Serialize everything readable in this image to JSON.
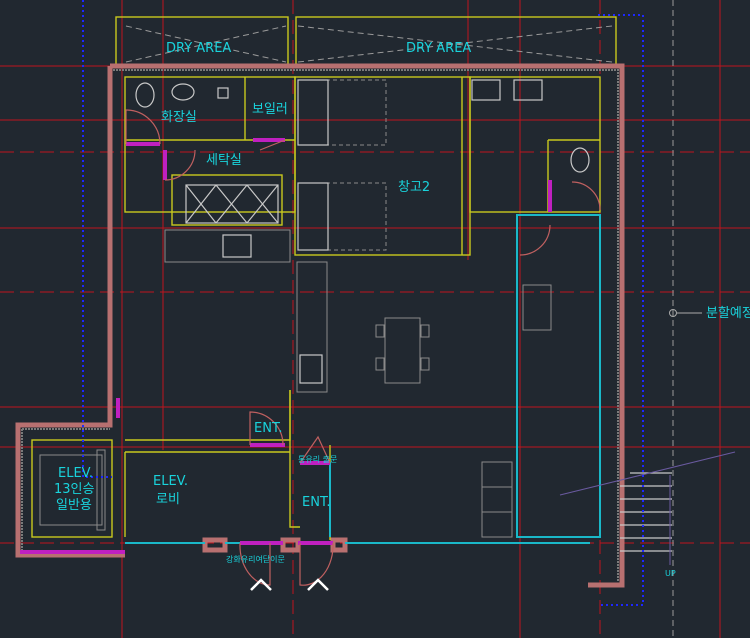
{
  "floor_plan": {
    "rooms": {
      "dry_area_left": "DRY AREA",
      "dry_area_right": "DRY AREA",
      "restroom": "화장실",
      "boiler": "보일러",
      "laundry": "세탁실",
      "storage2": "창고2",
      "ent_upper": "ENT.",
      "ent_lower": "ENT.",
      "elev_lobby_line1": "ELEV.",
      "elev_lobby_line2": "로비",
      "elev_line1": "ELEV.",
      "elev_line2": "13인승",
      "elev_line3": "일반용"
    },
    "annotations": {
      "glass_door_top": "통유리 출문",
      "tempered_glass_door": "강화유리여닫이문",
      "split_planned": "분할예정",
      "stair_up": "UP"
    },
    "colors": {
      "background": "#212830",
      "text": "#19d3dc",
      "grid": "#c0141e",
      "wall": "#c8c81e"
    }
  }
}
